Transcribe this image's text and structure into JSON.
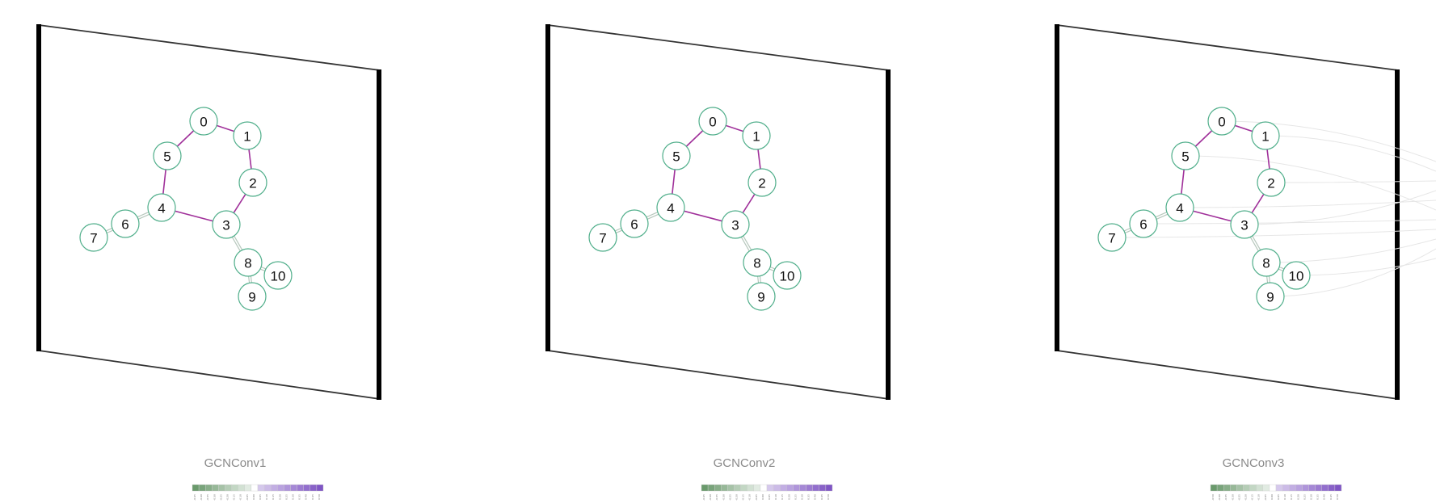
{
  "layers": [
    {
      "title": "GCNConv1",
      "colorbar_ticks": [
        "-0.45",
        "-0.40",
        "-0.35",
        "-0.30",
        "-0.25",
        "-0.20",
        "-0.15",
        "-0.10",
        "-0.05",
        "0.00",
        "0.05",
        "0.10",
        "0.15",
        "0.20",
        "0.25",
        "0.30",
        "0.35",
        "0.40",
        "0.45",
        "0.50"
      ],
      "show_outgoing_connections": false
    },
    {
      "title": "GCNConv2",
      "colorbar_ticks": [
        "-0.45",
        "-0.40",
        "-0.35",
        "-0.30",
        "-0.25",
        "-0.20",
        "-0.15",
        "-0.10",
        "-0.05",
        "0.00",
        "0.05",
        "0.10",
        "0.15",
        "0.20",
        "0.25",
        "0.30",
        "0.35",
        "0.40",
        "0.45",
        "0.50"
      ],
      "show_outgoing_connections": false
    },
    {
      "title": "GCNConv3",
      "colorbar_ticks": [
        "-0.50",
        "-0.40",
        "-0.35",
        "-0.30",
        "-0.25",
        "-0.20",
        "-0.15",
        "-0.10",
        "-0.05",
        "0.00",
        "0.05",
        "0.10",
        "0.15",
        "0.20",
        "0.25",
        "0.30",
        "0.35",
        "0.40",
        "0.45",
        "0.50"
      ],
      "show_outgoing_connections": true
    }
  ],
  "graph": {
    "nodes": [
      "0",
      "1",
      "2",
      "3",
      "4",
      "5",
      "6",
      "7",
      "8",
      "9",
      "10"
    ],
    "edges": [
      {
        "source": "0",
        "target": "1",
        "color": "#a0309a"
      },
      {
        "source": "1",
        "target": "2",
        "color": "#a0309a"
      },
      {
        "source": "2",
        "target": "3",
        "color": "#a0309a"
      },
      {
        "source": "3",
        "target": "4",
        "color": "#a0309a"
      },
      {
        "source": "4",
        "target": "5",
        "color": "#a0309a"
      },
      {
        "source": "5",
        "target": "0",
        "color": "#a0309a"
      },
      {
        "source": "4",
        "target": "6",
        "color": "#b7c8bd"
      },
      {
        "source": "6",
        "target": "7",
        "color": "#b7c8bd"
      },
      {
        "source": "3",
        "target": "8",
        "color": "#b7c8bd"
      },
      {
        "source": "8",
        "target": "9",
        "color": "#b7c8bd"
      },
      {
        "source": "8",
        "target": "10",
        "color": "#b7c8bd"
      }
    ]
  },
  "colorbar": {
    "negative_color": "#6a9a6c",
    "zero_color": "#ffffff",
    "positive_color": "#7f55c4"
  },
  "colors": {
    "node_stroke": "#4fae8a",
    "frame": "#000000",
    "connection_line": "#e6e6e6"
  }
}
